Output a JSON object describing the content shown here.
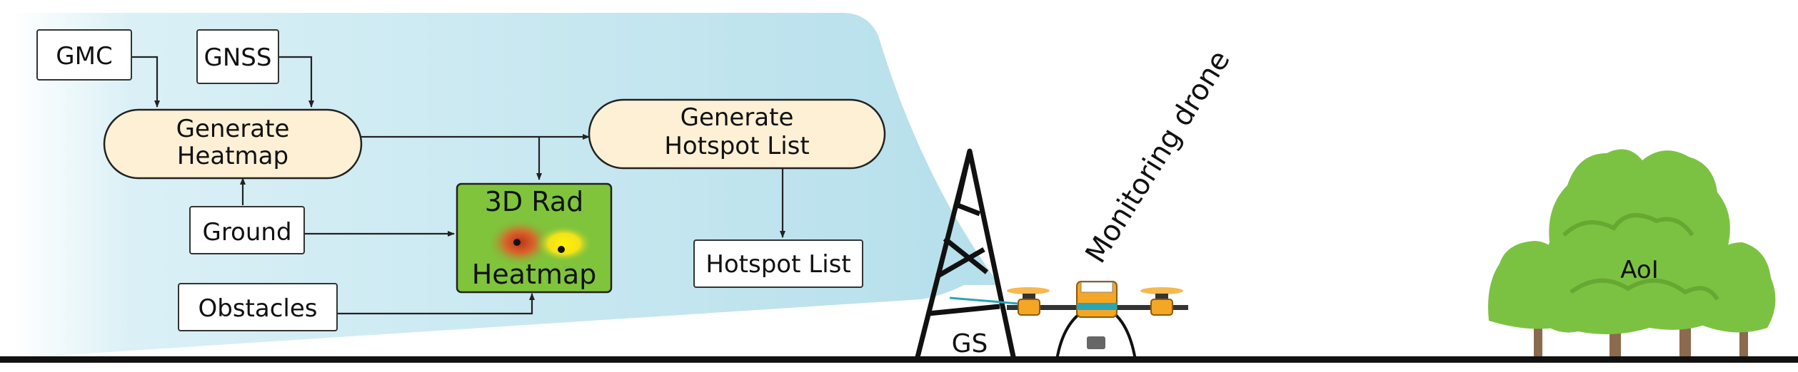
{
  "inputs": {
    "gmc": "GMC",
    "gnss": "GNSS",
    "ground": "Ground",
    "obstacles": "Obstacles"
  },
  "processes": {
    "generate_heatmap_line1": "Generate",
    "generate_heatmap_line2": "Heatmap",
    "generate_hotspot_line1": "Generate",
    "generate_hotspot_line2": "Hotspot List"
  },
  "heatmap": {
    "line1": "3D Rad",
    "line2": "Heatmap"
  },
  "outputs": {
    "hotspot_list": "Hotspot List"
  },
  "scene": {
    "ground_station": "GS",
    "drone_label": "Monitoring drone",
    "area_of_interest": "AoI"
  },
  "colors": {
    "panel_blue": "#bfe3ee",
    "process_fill": "#fdf0d5",
    "heatmap_green": "#7fc43b",
    "tree_green": "#7cc242",
    "trunk_brown": "#8b6a4e",
    "drone_orange": "#f5a623",
    "drone_teal": "#2aa5b5"
  }
}
